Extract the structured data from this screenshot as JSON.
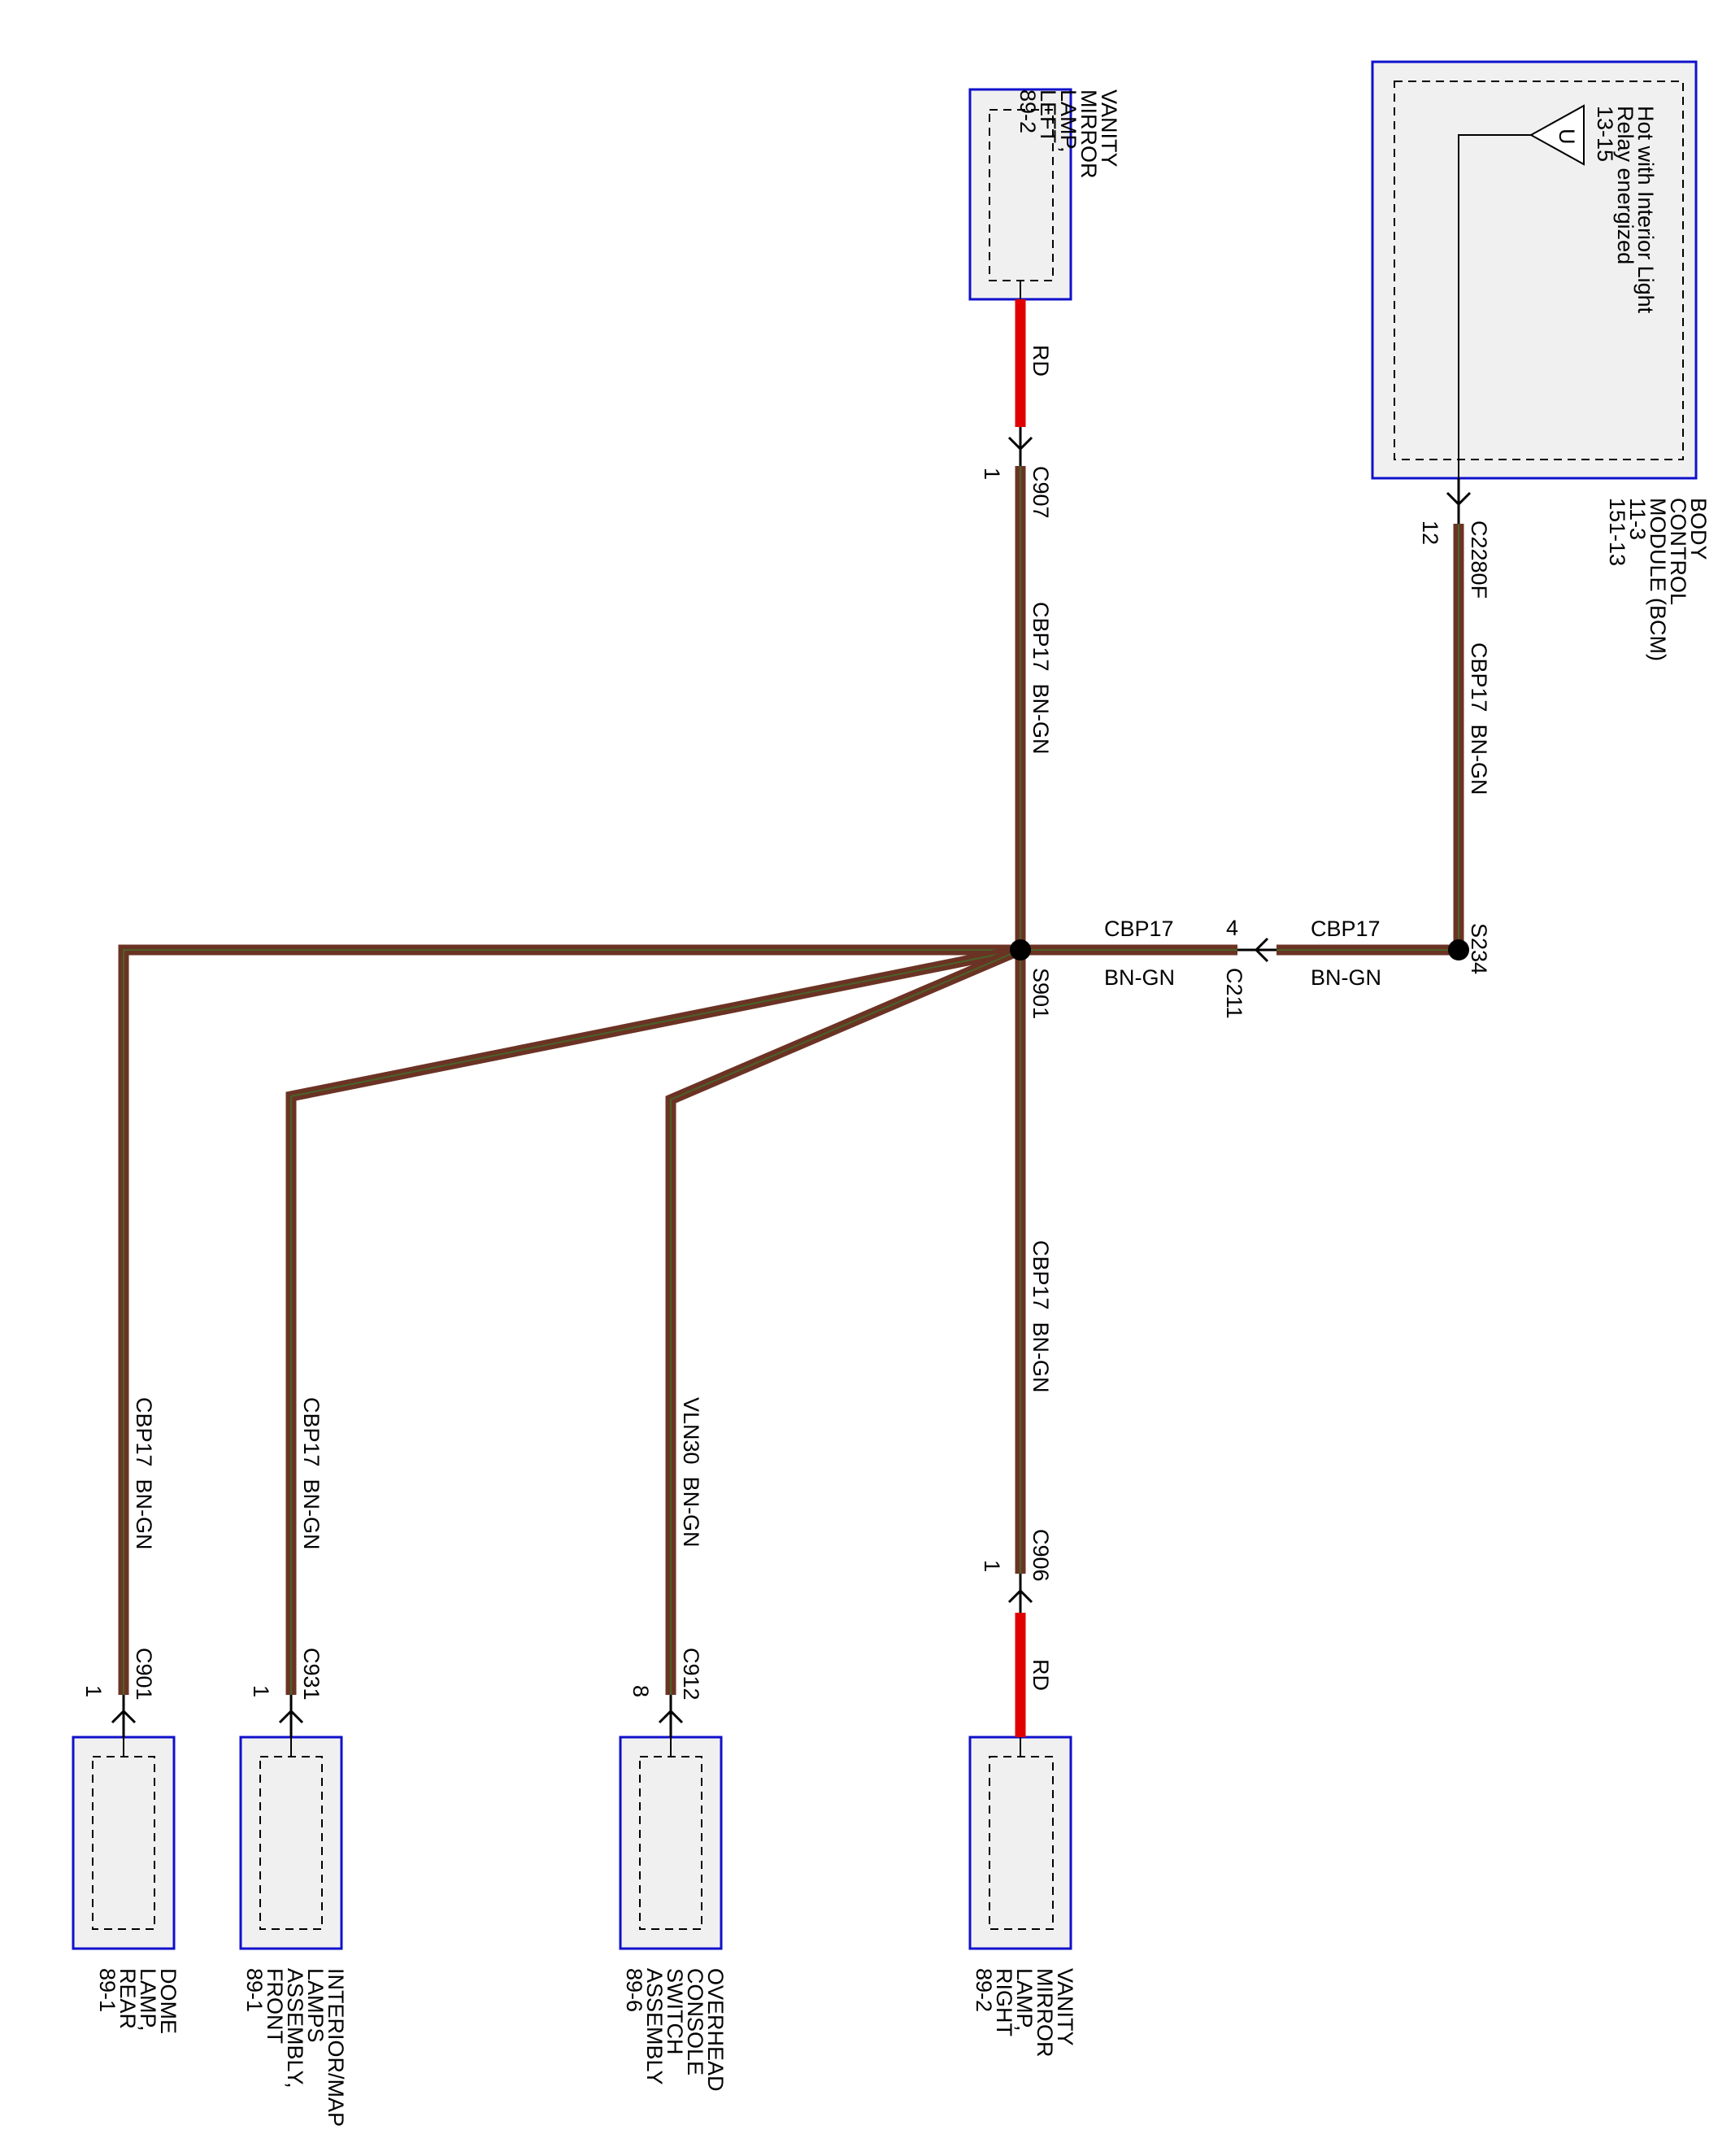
{
  "colors": {
    "wire_brown": "#6B3324",
    "wire_green": "#2E8B2E",
    "wire_red": "#E00000",
    "component_border": "#1010CC",
    "component_fill": "#F0F0F0"
  },
  "components": {
    "vanity_left": {
      "lines": [
        "VANITY",
        "MIRROR",
        "LAMP,",
        "LEFT",
        "89-2"
      ]
    },
    "bcm": {
      "lines": [
        "BODY",
        "CONTROL",
        "MODULE (BCM)",
        "11-3",
        "151-13"
      ],
      "note": [
        "Hot with Interior Light",
        "Relay energized",
        "13-15"
      ],
      "marker": "U"
    },
    "dome_rear": {
      "lines": [
        "DOME",
        "LAMP,",
        "REAR",
        "89-1"
      ]
    },
    "interior_map": {
      "lines": [
        "INTERIOR/MAP",
        "LAMPS",
        "ASSEMBLY,",
        "FRONT",
        "89-1"
      ]
    },
    "overhead": {
      "lines": [
        "OVERHEAD",
        "CONSOLE",
        "SWITCH",
        "ASSEMBLY",
        "89-6"
      ]
    },
    "vanity_right": {
      "lines": [
        "VANITY",
        "MIRROR",
        "LAMP,",
        "RIGHT",
        "89-2"
      ]
    }
  },
  "connectors": {
    "c907": {
      "name": "C907",
      "pin": "1"
    },
    "c2280f": {
      "name": "C2280F",
      "pin": "12"
    },
    "c211": {
      "name": "C211",
      "pin": "4"
    },
    "c906": {
      "name": "C906",
      "pin": "1"
    },
    "c901": {
      "name": "C901",
      "pin": "1"
    },
    "c931": {
      "name": "C931",
      "pin": "1"
    },
    "c912": {
      "name": "C912",
      "pin": "8"
    }
  },
  "splices": {
    "s901": "S901",
    "s234": "S234"
  },
  "wires": {
    "rd_top": "RD",
    "rd_bottom": "RD",
    "vanity_left_circuit": "CBP17  BN-GN",
    "bcm_circuit": "CBP17  BN-GN",
    "vanity_right_circuit": "CBP17  BN-GN",
    "dome_circuit": "CBP17  BN-GN",
    "map_circuit": "CBP17  BN-GN",
    "overhead_circuit": "VLN30  BN-GN",
    "c211_left": {
      "circuit": "CBP17",
      "color": "BN-GN"
    },
    "c211_right": {
      "circuit": "CBP17",
      "color": "BN-GN"
    }
  }
}
